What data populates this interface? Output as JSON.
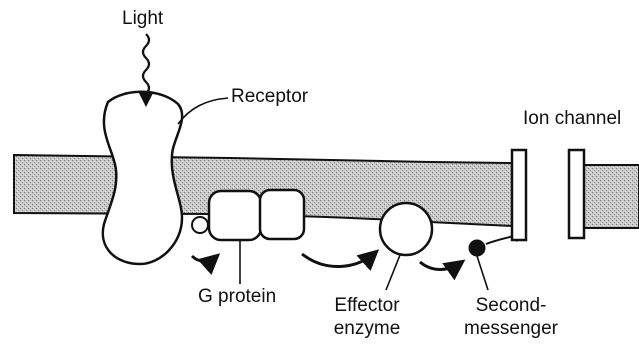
{
  "labels": {
    "light": "Light",
    "receptor": "Receptor",
    "ion_channel": "Ion channel",
    "g_protein": "G protein",
    "effector_line1": "Effector",
    "effector_line2": "enzyme",
    "second_line1": "Second-",
    "second_line2": "messenger"
  },
  "colors": {
    "ink": "#111111",
    "membrane_fill": "#bdbdbd",
    "shape_fill": "#ffffff"
  }
}
